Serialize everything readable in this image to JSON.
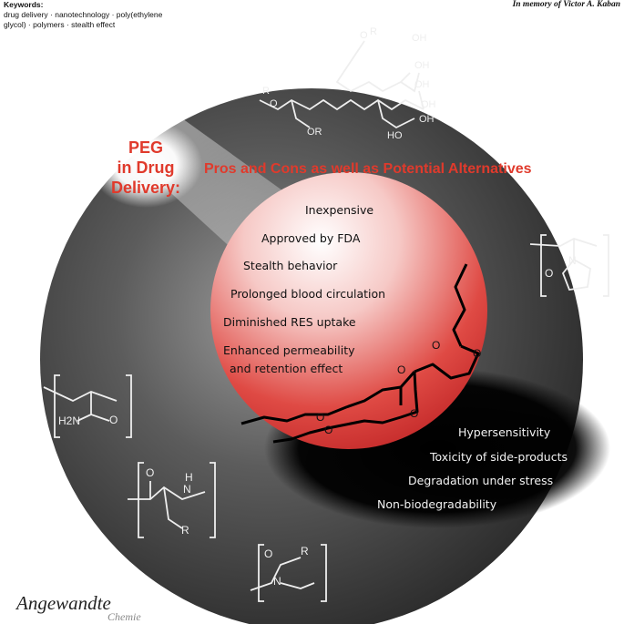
{
  "header": {
    "keywords_heading": "Keywords:",
    "keywords_text": "drug delivery · nanotechnology · poly(ethylene glycol) · polymers · stealth effect",
    "memory": "In memory of Victor A. Kaban"
  },
  "graphic": {
    "peg_label": [
      "PEG",
      "in Drug",
      "Delivery:"
    ],
    "banner": "Pros and Cons as well as Potential Alternatives",
    "pros": [
      "Inexpensive",
      "Approved by FDA",
      "Stealth behavior",
      "Prolonged blood circulation",
      "Diminished RES uptake",
      "Enhanced permeability",
      "and retention effect"
    ],
    "cons": [
      "Hypersensitivity",
      "Toxicity of side-products",
      "Degradation under stress",
      "Non-biodegradability"
    ],
    "chem_labels": {
      "top_struct": [
        "O",
        "R",
        "OH",
        "OH",
        "OH",
        "OH",
        "OH",
        "HO",
        "R",
        "O",
        "OR"
      ],
      "right_struct": [
        "N",
        "O"
      ],
      "left_struct": [
        "H2N",
        "O"
      ],
      "peptide_struct": [
        "O",
        "H",
        "N",
        "R"
      ],
      "bottom_struct": [
        "O",
        "R",
        "N"
      ],
      "o_atoms": "O"
    },
    "colors": {
      "accent_red": "#e03a2c",
      "dark_bg": "#3a3a3a",
      "sphere": "#d9373a"
    }
  },
  "footer": {
    "journal": "Angewandte",
    "journal_sub": "Chemie"
  }
}
